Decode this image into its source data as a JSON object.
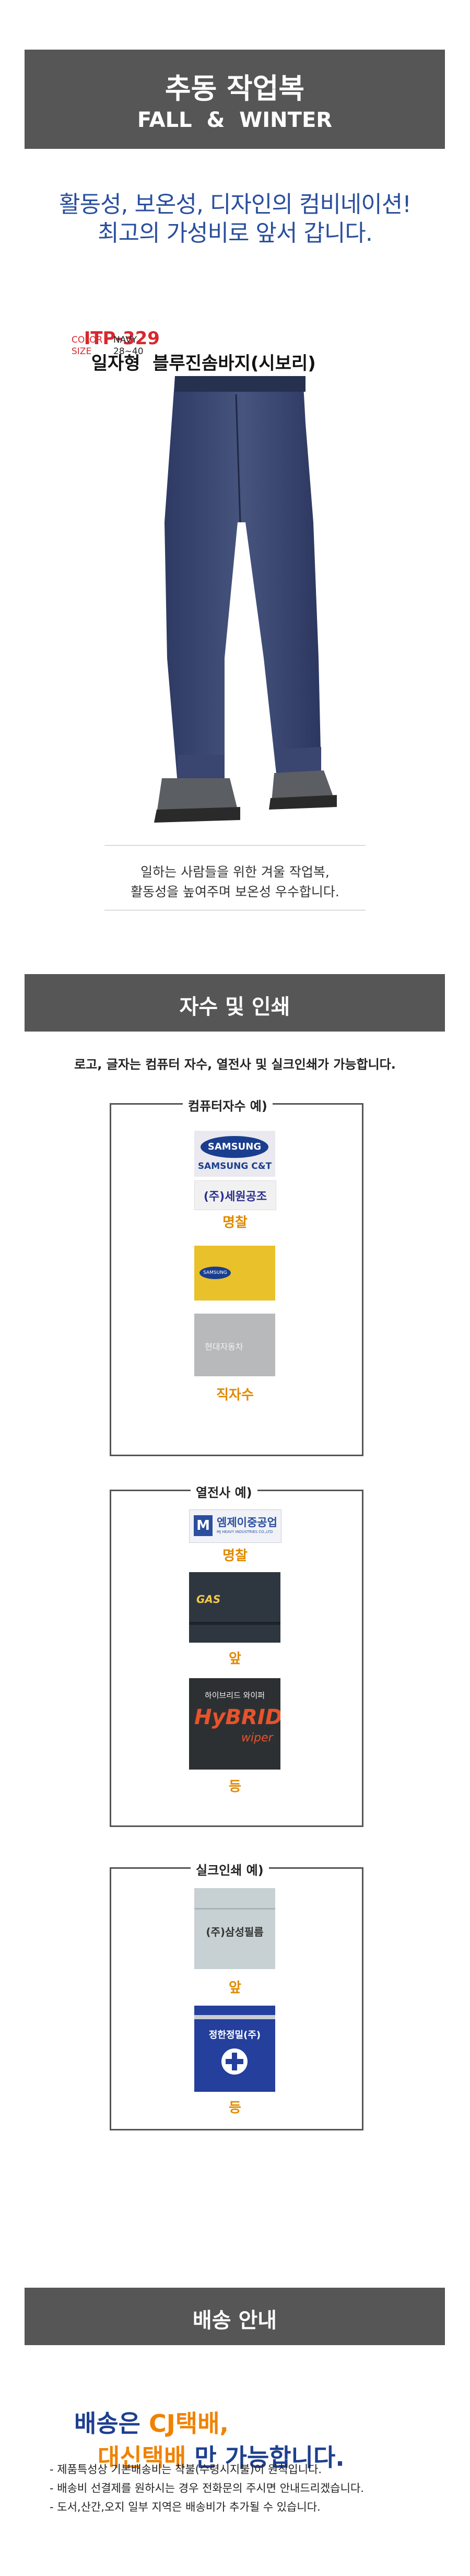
{
  "header": {
    "title_ko": "추동 작업복",
    "title_en": "FALL  &  WINTER"
  },
  "slogan": {
    "line1": "활동성, 보온성, 디자인의 컴비네이션!",
    "line2": "최고의 가성비로 앞서 갑니다."
  },
  "product": {
    "code": "ITP-329",
    "name": "일자형  블루진솜바지(시보리)",
    "color_label": "COLOR",
    "color_value": "NAVY",
    "size_label": "SIZE",
    "size_value": "28~40",
    "desc_line1": "일하는 사람들을 위한 겨울 작업복,",
    "desc_line2": "활동성을 높여주며 보온성 우수합니다."
  },
  "embroidery": {
    "title": "자수 및 인쇄",
    "intro": "로고, 글자는 컴퓨터 자수, 열전사 및 실크인쇄가 가능합니다.",
    "computer": {
      "label": "컴퓨터자수 예)",
      "patch1_line1": "SAMSUNG",
      "patch1_line2": "SAMSUNG C&T",
      "patch2": "(주)세원공조",
      "caption1": "명찰",
      "yellow_text": "SAMSUNG",
      "grey_text": "현대자동차",
      "caption2": "직자수"
    },
    "transfer": {
      "label": "열전사 예)",
      "patch_name": "엠제이중공업",
      "patch_sub": "MJ HEAVY INDUSTRIES CO.,LTD",
      "caption1": "명찰",
      "gas_logo": "GAS",
      "caption2": "앞",
      "back_line1": "하이브리드 와이퍼",
      "back_line2": "HyBRID",
      "back_line3": "wiper",
      "caption3": "등"
    },
    "silk": {
      "label": "실크인쇄 예)",
      "front_text": "(주)삼성필름",
      "caption1": "앞",
      "back_text": "정한정밀(주)",
      "caption2": "등"
    }
  },
  "shipping": {
    "title": "배송 안내",
    "line1_prefix": "배송은 ",
    "line1_highlight": "CJ택배,",
    "line2_highlight": "대신택배",
    "line2_suffix": " 만 가능합니다.",
    "notes": [
      "- 제품특성상 기본배송비는 착불(수령시지불)이 원칙입니다.",
      "- 배송비 선결제를 원하시는 경우 전화문의 주시면 안내드리겠습니다.",
      "- 도서,산간,오지 일부 지역은 배송비가 추가될 수 있습니다."
    ]
  },
  "colors": {
    "banner": "#565656",
    "slogan": "#2a4f9e",
    "product_code": "#d9272e",
    "caption": "#e08a00",
    "cj_orange": "#f08200",
    "navy": "#1d3f8f"
  }
}
